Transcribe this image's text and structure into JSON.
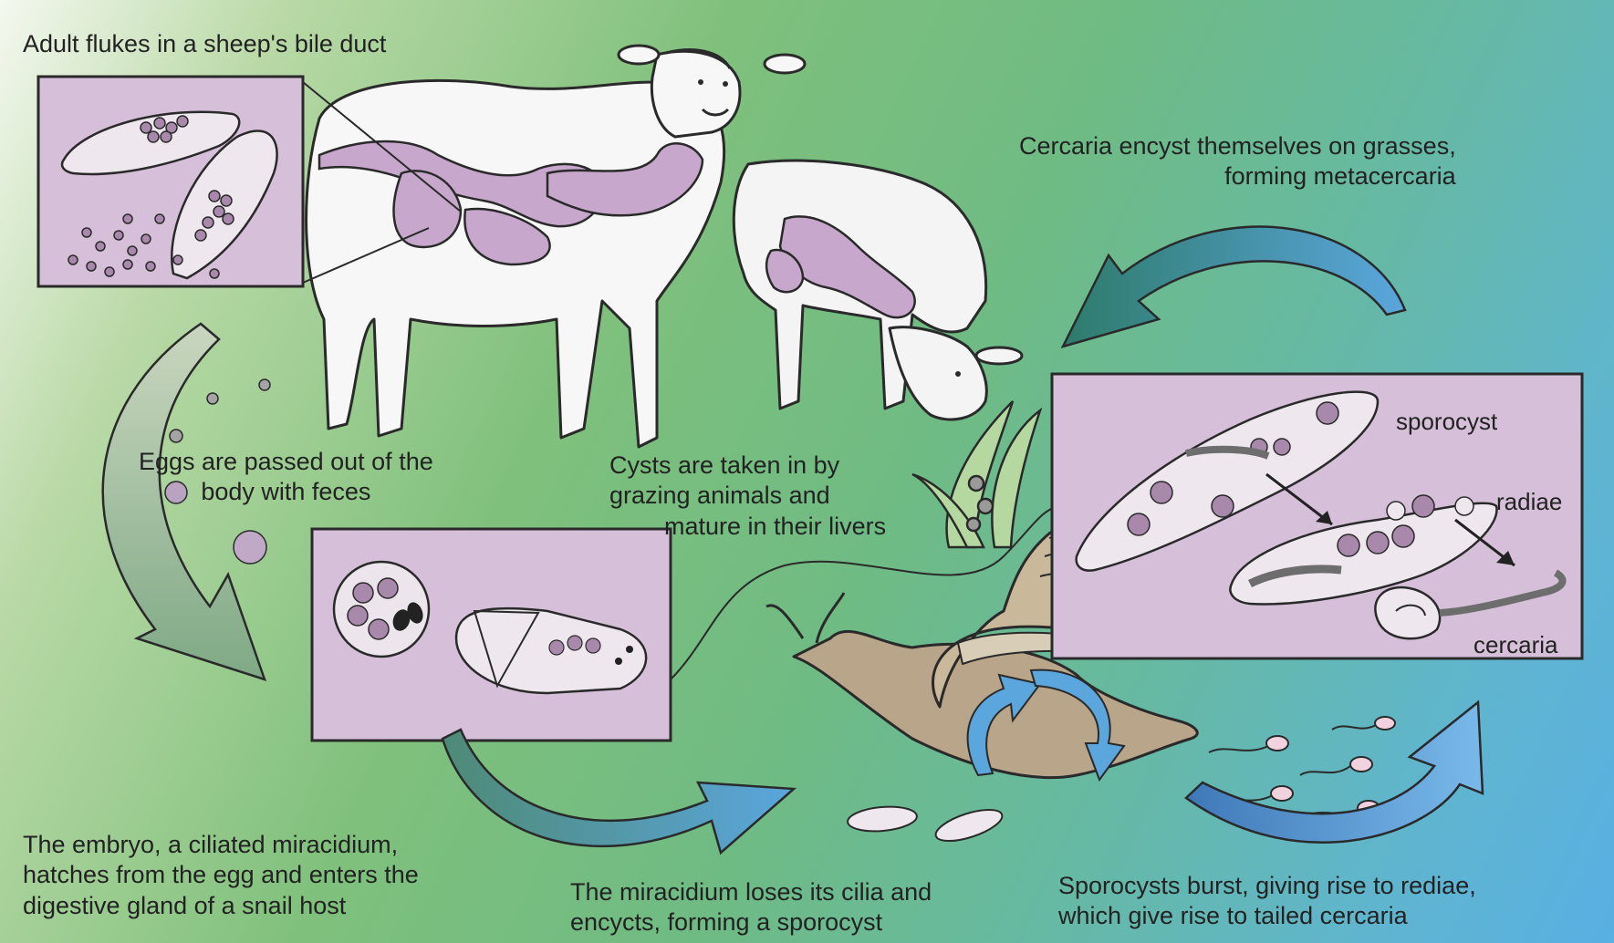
{
  "captions": {
    "adult_flukes": "Adult flukes in a sheep's bile duct",
    "eggs_passed": [
      "Eggs are passed out of the",
      "body with feces"
    ],
    "cysts_taken": [
      "Cysts are taken in by",
      "grazing animals and",
      "mature in their livers"
    ],
    "cercaria_encyst": [
      "Cercaria encyst themselves on grasses,",
      "forming metacercaria"
    ],
    "embryo": [
      "The embryo, a ciliated miracidium,",
      "hatches from the egg and enters the",
      "digestive gland of a snail host"
    ],
    "miracidium": [
      "The miracidium loses its cilia and",
      "encycts, forming a sporocyst"
    ],
    "sporocysts_burst": [
      "Sporocysts burst, giving rise to rediae,",
      "which give rise to tailed cercaria"
    ]
  },
  "labels": {
    "sporocyst": "sporocyst",
    "radiae": "radiae",
    "cercaria": "cercaria"
  },
  "colors": {
    "panel": "#d6bfd9",
    "lilac_organ": "#c7a8cc",
    "sheep_body": "#f7f7f7",
    "outline": "#2a2a2a",
    "snail_body": "#b9a58a",
    "snail_shell": "#c9b99a"
  }
}
